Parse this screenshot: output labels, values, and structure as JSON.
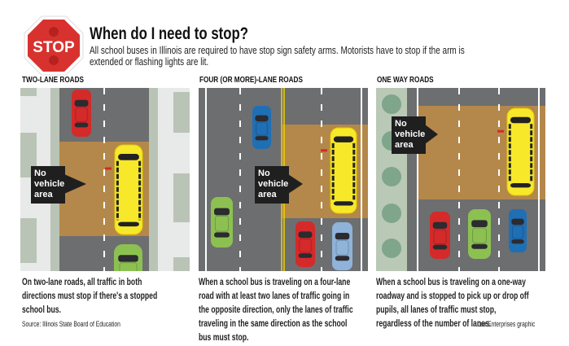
{
  "header": {
    "stop_sign_text": "STOP",
    "title": "When do I need to stop?",
    "subtitle_lines": [
      "All school buses in Illinois are required to have stop sign safety arms. Motorists have to stop if the arm is",
      "extended or flashing lights are lit."
    ]
  },
  "panels": [
    {
      "heading": "TWO-LANE ROADS",
      "label": [
        "No",
        "vehicle",
        "area"
      ],
      "caption": [
        "On two-lane roads, all traffic in both",
        "directions must stop if there's a stopped",
        "school bus."
      ]
    },
    {
      "heading": "FOUR (OR MORE)-LANE ROADS",
      "label": [
        "No",
        "vehicle",
        "area"
      ],
      "caption": [
        "When a school bus is traveling on a four-lane",
        "road with at least two lanes of traffic going in",
        "the opposite direction, only the lanes of traffic",
        "traveling in the same direction as the school",
        "bus must stop."
      ]
    },
    {
      "heading": "ONE WAY ROADS",
      "label": [
        "No",
        "vehicle",
        "area"
      ],
      "caption": [
        "When a school bus is traveling on a one-way",
        "roadway and is stopped to pick up or drop off",
        "pupils, all lanes of traffic must stop,",
        "regardless of the number of lanes."
      ]
    }
  ],
  "footer": {
    "source": "Source: Illinois State Board of Education",
    "credit": "Lee Enterprises graphic"
  },
  "colors": {
    "road": "#6d6e70",
    "zone": "#b4884a",
    "bus": "#f7e82a",
    "red_car": "#d42a2a",
    "green_car": "#8cc152",
    "blue_car": "#1f6fb5",
    "light_blue_car": "#8fb3d9",
    "stop_red": "#d8322f"
  }
}
